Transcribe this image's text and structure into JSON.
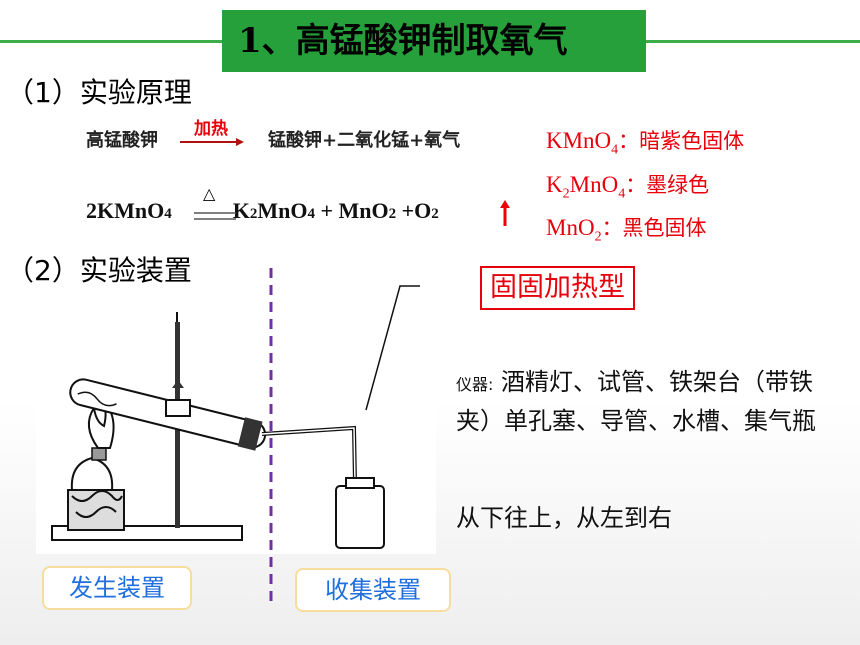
{
  "title": "1、高锰酸钾制取氧气",
  "section1": "（1）实验原理",
  "word_equation": {
    "reactant": "高锰酸钾",
    "condition": "加热",
    "products": "锰酸钾+二氧化锰+氧气"
  },
  "chem_equation": {
    "condition": "△"
  },
  "notes": [
    {
      "formula": "KMnO",
      "sub": "4",
      "desc": "：暗紫色固体"
    },
    {
      "formula": "K",
      "sub": "2",
      "formula2": "MnO",
      "sub2": "4",
      "desc": "：墨绿色"
    },
    {
      "formula": "MnO",
      "sub": "2",
      "desc": "：黑色固体"
    }
  ],
  "section2": "（2）实验装置",
  "device_type": "固固加热型",
  "instruments_label": "仪器:",
  "instruments": "酒精灯、试管、铁架台（带铁夹）单孔塞、导管、水槽、集气瓶",
  "order": "从下往上，从左到右",
  "generator_label": "发生装置",
  "collector_label": "收集装置"
}
